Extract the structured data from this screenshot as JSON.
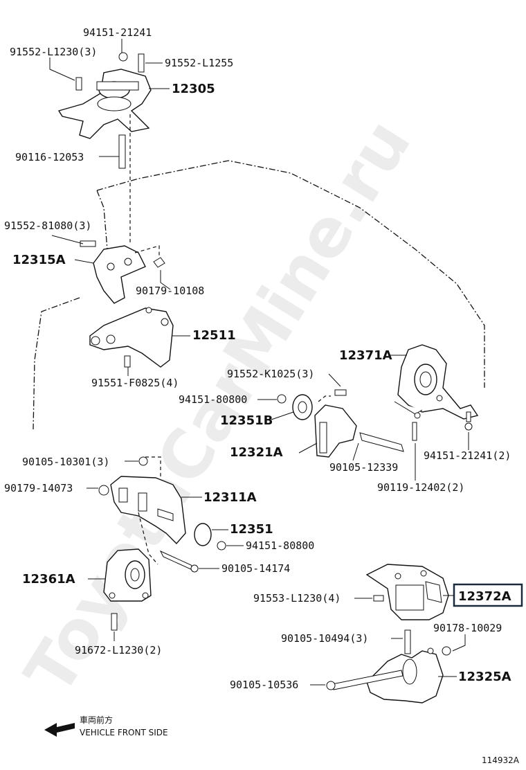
{
  "watermark": "ToyotaCarMine.ru",
  "figure_id": "114932A",
  "direction": {
    "label_jp": "車両前方",
    "label_en": "VEHICLE FRONT SIDE"
  },
  "parts": {
    "p94151_21241": "94151-21241",
    "p91552_L1230_3": "91552-L1230(3)",
    "p91552_L1255": "91552-L1255",
    "p12305": "12305",
    "p90116_12053": "90116-12053",
    "p91552_81080_3": "91552-81080(3)",
    "p12315A": "12315A",
    "p90179_10108": "90179-10108",
    "p12511": "12511",
    "p91551_F0825_4": "91551-F0825(4)",
    "p12371A": "12371A",
    "p91552_K1025_3": "91552-K1025(3)",
    "p94151_80800_a": "94151-80800",
    "p12351B": "12351B",
    "p12321A": "12321A",
    "p90105_12339": "90105-12339",
    "p94151_21241_2": "94151-21241(2)",
    "p90119_12402_2": "90119-12402(2)",
    "p90105_10301_3": "90105-10301(3)",
    "p90179_14073": "90179-14073",
    "p12311A": "12311A",
    "p12351": "12351",
    "p94151_80800_b": "94151-80800",
    "p90105_14174": "90105-14174",
    "p12361A": "12361A",
    "p91553_L1230_4": "91553-L1230(4)",
    "p12372A": "12372A",
    "p90105_10494_3": "90105-10494(3)",
    "p90178_10029": "90178-10029",
    "p91672_L1230_2": "91672-L1230(2)",
    "p90105_10536": "90105-10536",
    "p12325A": "12325A"
  }
}
